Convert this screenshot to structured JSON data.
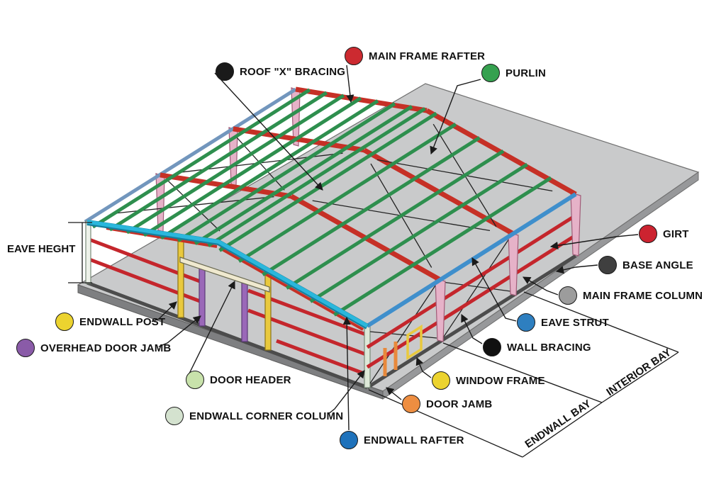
{
  "diagram_title": "Metal building structural components diagram",
  "labels": {
    "roof_x_bracing": {
      "text": "ROOF \"X\" BRACING",
      "dot_color": "#1a1a1a"
    },
    "main_frame_rafter": {
      "text": "MAIN FRAME RAFTER",
      "dot_color": "#cc2a30"
    },
    "purlin": {
      "text": "PURLIN",
      "dot_color": "#35a14f"
    },
    "girt": {
      "text": "GIRT",
      "dot_color": "#cc2330"
    },
    "base_angle": {
      "text": "BASE ANGLE",
      "dot_color": "#3f3f3f"
    },
    "main_frame_column": {
      "text": "MAIN FRAME COLUMN",
      "dot_color": "#9c9c9c"
    },
    "eave_strut": {
      "text": "EAVE STRUT",
      "dot_color": "#2e7fc0"
    },
    "wall_bracing": {
      "text": "WALL BRACING",
      "dot_color": "#111111"
    },
    "window_frame": {
      "text": "WINDOW FRAME",
      "dot_color": "#ecd32f"
    },
    "door_jamb": {
      "text": "DOOR JAMB",
      "dot_color": "#ee8e41"
    },
    "endwall_rafter": {
      "text": "ENDWALL RAFTER",
      "dot_color": "#1f72bb"
    },
    "endwall_corner_column": {
      "text": "ENDWALL CORNER COLUMN",
      "dot_color": "#d4e2cf"
    },
    "door_header": {
      "text": "DOOR HEADER",
      "dot_color": "#c8e2ab"
    },
    "overhead_door_jamb": {
      "text": "OVERHEAD DOOR JAMB",
      "dot_color": "#8a5ba8"
    },
    "endwall_post": {
      "text": "ENDWALL POST",
      "dot_color": "#ecd32f"
    }
  },
  "annotations": {
    "eave_height": "EAVE HEGHT",
    "endwall_bay": "ENDWALL BAY",
    "interior_bay": "INTERIOR BAY"
  },
  "colors": {
    "purlin_green": "#2e8f4e",
    "rafter_red": "#c63026",
    "girt_red": "#c4262c",
    "eave_strut_blue": "#3f8fcc",
    "rake_cyan": "#2ab7dc",
    "far_eave_steel": "#7296bd",
    "column_pink": "#e6b2c8",
    "column_pink_edge": "#a05c78",
    "endwall_post_yellow": "#e9c93e",
    "oh_jamb_purple": "#9a68b8",
    "door_jamb_orange": "#e8893c",
    "header_cream": "#efe9cf",
    "corner_pale": "#dde8d8",
    "slab_gray": "#c9cacb",
    "slab_side_gray": "#97989a",
    "base_dark": "#4c4c4c",
    "brace_dark": "#222222",
    "leader_black": "#1a1a1a"
  }
}
